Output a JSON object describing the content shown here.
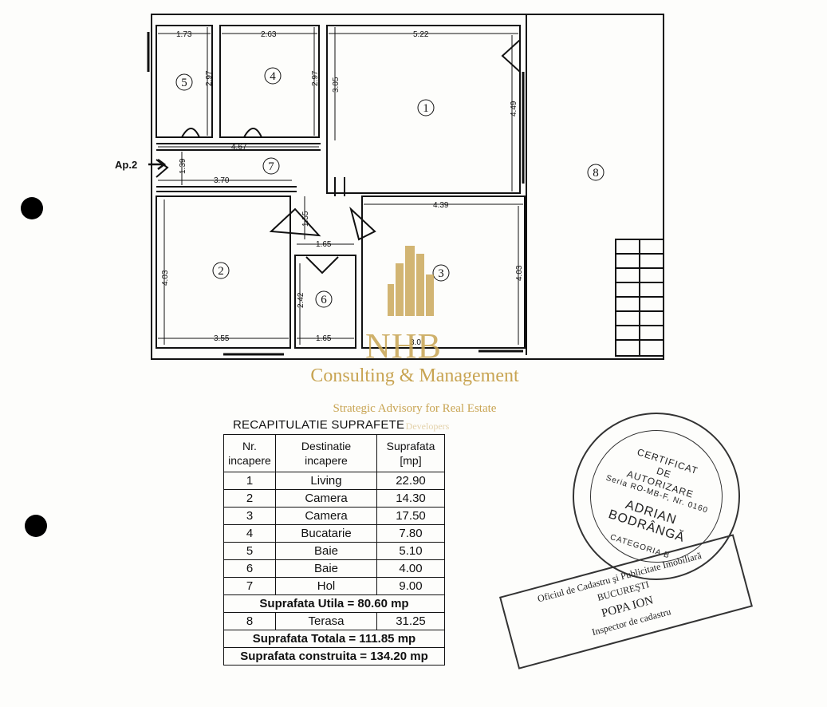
{
  "floor_plan": {
    "apartment_label": "Ap.2",
    "rooms": [
      {
        "id": "1",
        "label": "1"
      },
      {
        "id": "2",
        "label": "2"
      },
      {
        "id": "3",
        "label": "3"
      },
      {
        "id": "4",
        "label": "4"
      },
      {
        "id": "5",
        "label": "5"
      },
      {
        "id": "6",
        "label": "6"
      },
      {
        "id": "7",
        "label": "7"
      },
      {
        "id": "8",
        "label": "8"
      }
    ],
    "dimensions": {
      "d_173": "1.73",
      "d_263": "2.63",
      "d_522": "5.22",
      "d_297a": "2.97",
      "d_297b": "2.97",
      "d_305": "3.05",
      "d_449": "4.49",
      "d_467": "4.67",
      "d_139": "1.39",
      "d_370": "3.70",
      "d_155": "1.55",
      "d_165a": "1.65",
      "d_439": "4.39",
      "d_403a": "4.03",
      "d_403b": "4.03",
      "d_242": "2.42",
      "d_355": "3.55",
      "d_165b": "1.65",
      "d_30": "3.0"
    }
  },
  "watermark": {
    "logo_text": "NHB",
    "title": "Consulting & Management",
    "subtitle": "Strategic Advisory for  Real Estate",
    "subtitle2": "Developers"
  },
  "recap": {
    "title": "RECAPITULATIE SUPRAFETE",
    "headers": {
      "nr": "Nr. incapere",
      "dest": "Destinatie incapere",
      "area": "Suprafata [mp]"
    },
    "rows": [
      {
        "nr": "1",
        "dest": "Living",
        "area": "22.90"
      },
      {
        "nr": "2",
        "dest": "Camera",
        "area": "14.30"
      },
      {
        "nr": "3",
        "dest": "Camera",
        "area": "17.50"
      },
      {
        "nr": "4",
        "dest": "Bucatarie",
        "area": "7.80"
      },
      {
        "nr": "5",
        "dest": "Baie",
        "area": "5.10"
      },
      {
        "nr": "6",
        "dest": "Baie",
        "area": "4.00"
      },
      {
        "nr": "7",
        "dest": "Hol",
        "area": "9.00"
      }
    ],
    "utila": "Suprafata Utila = 80.60 mp",
    "terasa": {
      "nr": "8",
      "dest": "Terasa",
      "area": "31.25"
    },
    "totala": "Suprafata Totala = 111.85 mp",
    "construita": "Suprafata construita = 134.20 mp"
  },
  "stamp_round": {
    "line1": "CERTIFICAT",
    "line2": "DE",
    "line3": "AUTORIZARE",
    "line4": "Seria RO-MB-F, Nr. 0160",
    "name1": "ADRIAN",
    "name2": "BODRÂNGĂ",
    "category": "CATEGORIA B"
  },
  "stamp_rect": {
    "line1": "Oficiul de Cadastru şi Publicitate Imobiliară",
    "line2": "BUCUREŞTI",
    "line3": "POPA ION",
    "line4": "Inspector de cadastru"
  }
}
